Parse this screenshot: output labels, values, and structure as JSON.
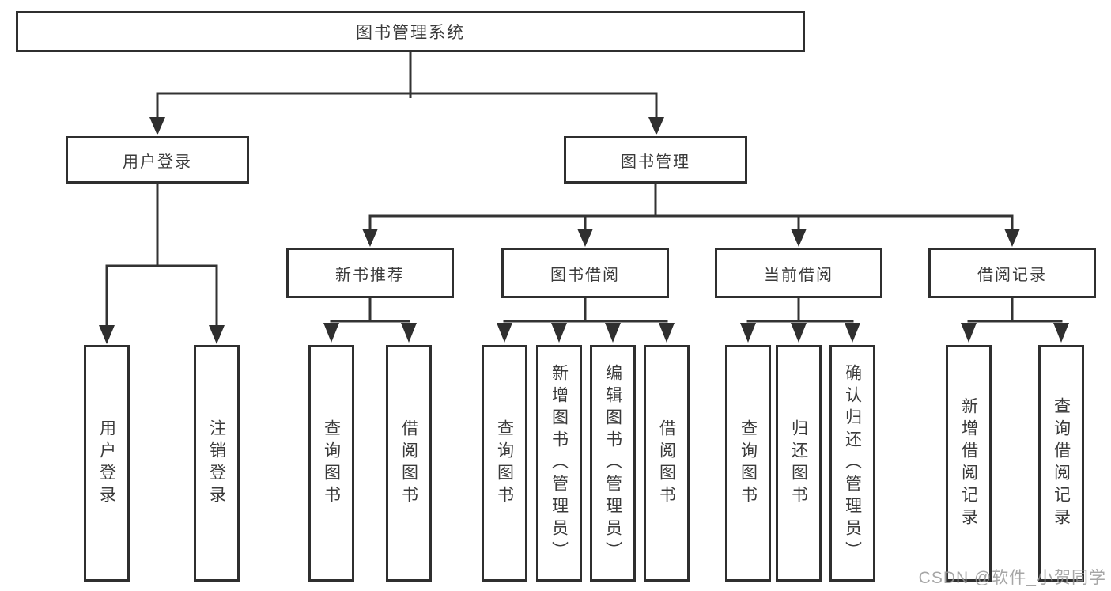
{
  "diagram": {
    "title": "图书管理系统",
    "root": {
      "label": "图书管理系统"
    },
    "branches": [
      {
        "label": "用户登录",
        "children": [
          {
            "label": "用户登录"
          },
          {
            "label": "注销登录"
          }
        ]
      },
      {
        "label": "图书管理",
        "children": [
          {
            "label": "新书推荐",
            "children": [
              {
                "label": "查询图书"
              },
              {
                "label": "借阅图书"
              }
            ]
          },
          {
            "label": "图书借阅",
            "children": [
              {
                "label": "查询图书"
              },
              {
                "label": "新增图书（管理员）"
              },
              {
                "label": "编辑图书（管理员）"
              },
              {
                "label": "借阅图书"
              }
            ]
          },
          {
            "label": "当前借阅",
            "children": [
              {
                "label": "查询图书"
              },
              {
                "label": "归还图书"
              },
              {
                "label": "确认归还（管理员）"
              }
            ]
          },
          {
            "label": "借阅记录",
            "children": [
              {
                "label": "新增借阅记录"
              },
              {
                "label": "查询借阅记录"
              }
            ]
          }
        ]
      }
    ]
  },
  "watermark": "CSDN @软件_小贺同学",
  "colors": {
    "line": "#333333",
    "box_border": "#2f2f2f",
    "text": "#3a3a3a",
    "watermark": "#969696",
    "background": "#ffffff"
  }
}
